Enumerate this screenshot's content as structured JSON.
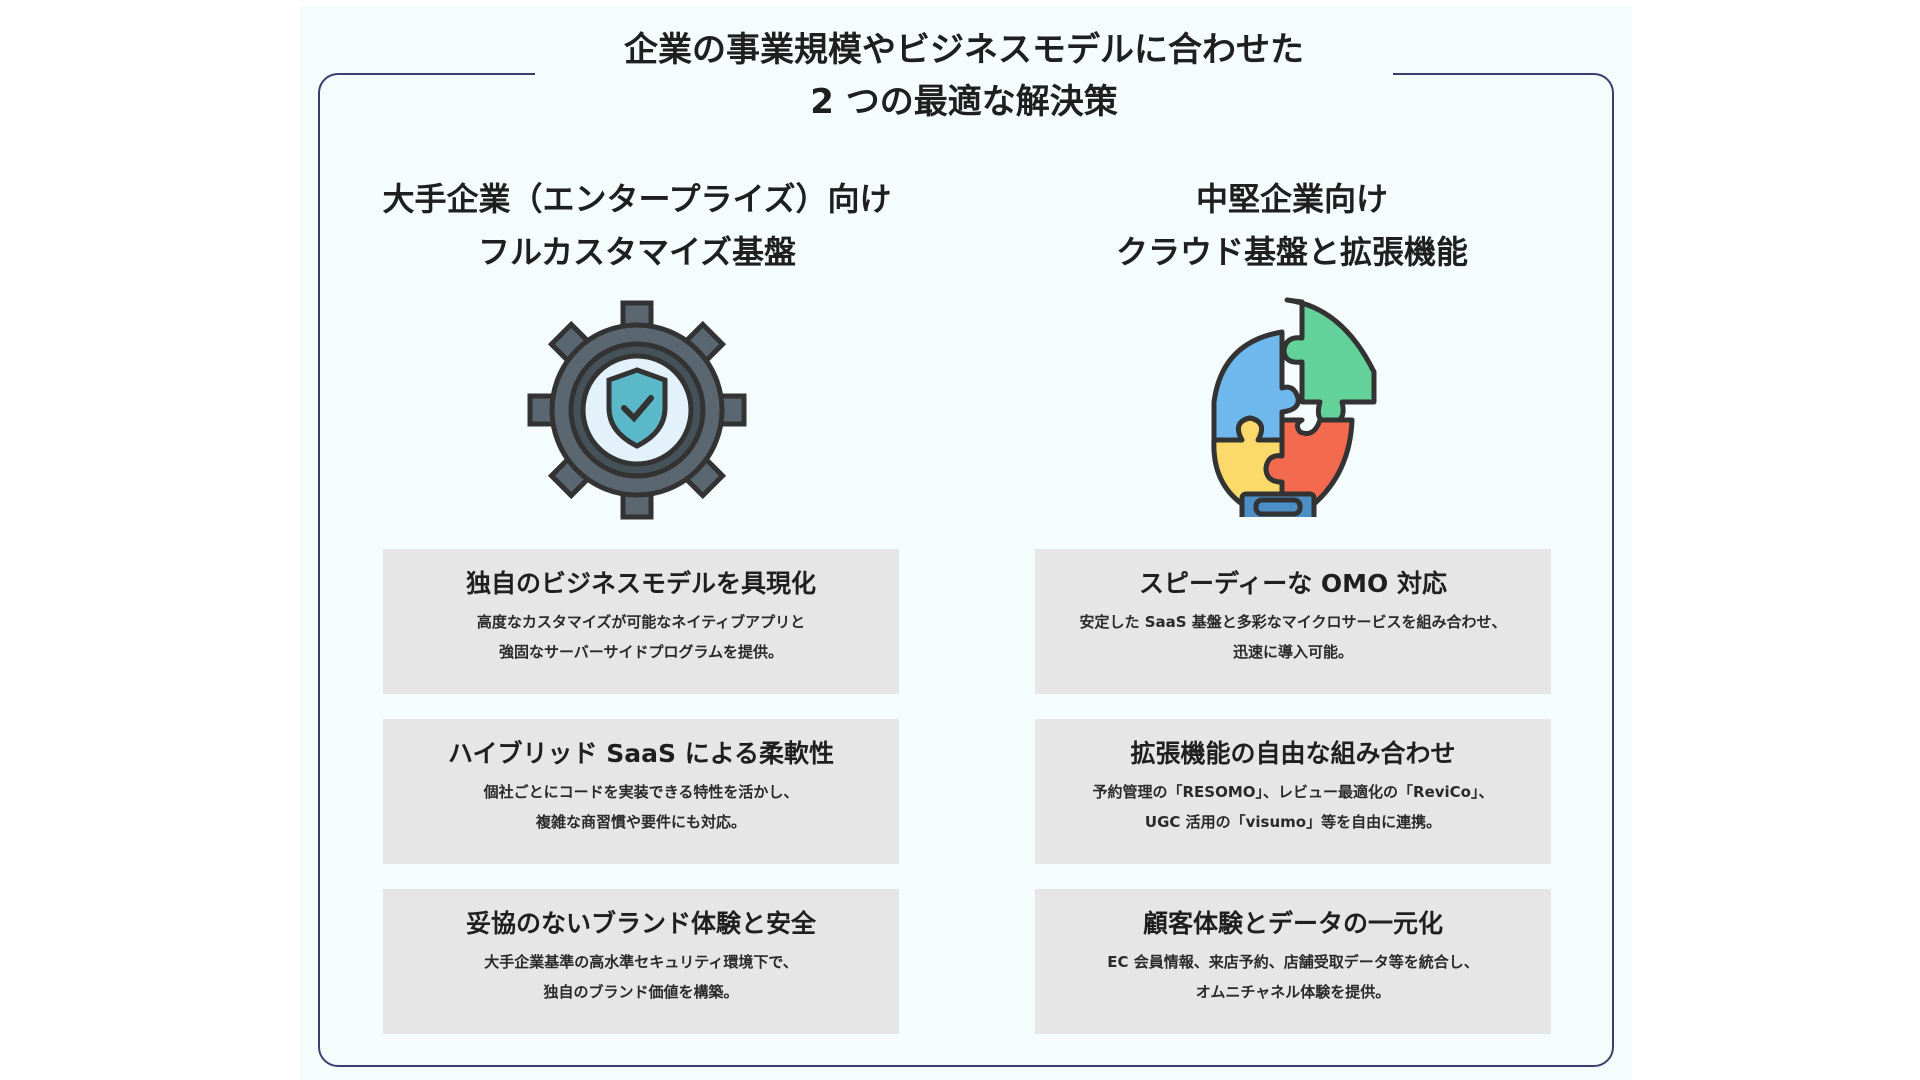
{
  "title": {
    "line1": "企業の事業規模やビジネスモデルに合わせた",
    "line2": "2 つの最適な解決策"
  },
  "columns": [
    {
      "heading_line1": "大手企業（エンタープライズ）向け",
      "heading_line2": "フルカスタマイズ基盤",
      "icon": "gear-shield-icon",
      "cards": [
        {
          "title": "独自のビジネスモデルを具現化",
          "line1": "高度なカスタマイズが可能なネイティブアプリと",
          "line2": "強固なサーバーサイドプログラムを提供。"
        },
        {
          "title": "ハイブリッド SaaS による柔軟性",
          "line1": "個社ごとにコードを実装できる特性を活かし、",
          "line2": "複雑な商習慣や要件にも対応。"
        },
        {
          "title": "妥協のないブランド体験と安全",
          "line1": "大手企業基準の高水準セキュリティ環境下で、",
          "line2": "独自のブランド価値を構築。"
        }
      ]
    },
    {
      "heading_line1": "中堅企業向け",
      "heading_line2": "クラウド基盤と拡張機能",
      "icon": "puzzle-lightbulb-icon",
      "cards": [
        {
          "title": "スピーディーな OMO 対応",
          "line1": "安定した SaaS 基盤と多彩なマイクロサービスを組み合わせ、",
          "line2": "迅速に導入可能。"
        },
        {
          "title": "拡張機能の自由な組み合わせ",
          "line1": "予約管理の「RESOMO」、レビュー最適化の「ReviCo」、",
          "line2": "UGC 活用の「visumo」等を自由に連携。"
        },
        {
          "title": "顧客体験とデータの一元化",
          "line1": "EC 会員情報、来店予約、店舗受取データ等を統合し、",
          "line2": "オムニチャネル体験を提供。"
        }
      ]
    }
  ],
  "colors": {
    "frame": "#3b3f70",
    "panel": "#f4fcfc",
    "card": "#e6e6e6"
  }
}
